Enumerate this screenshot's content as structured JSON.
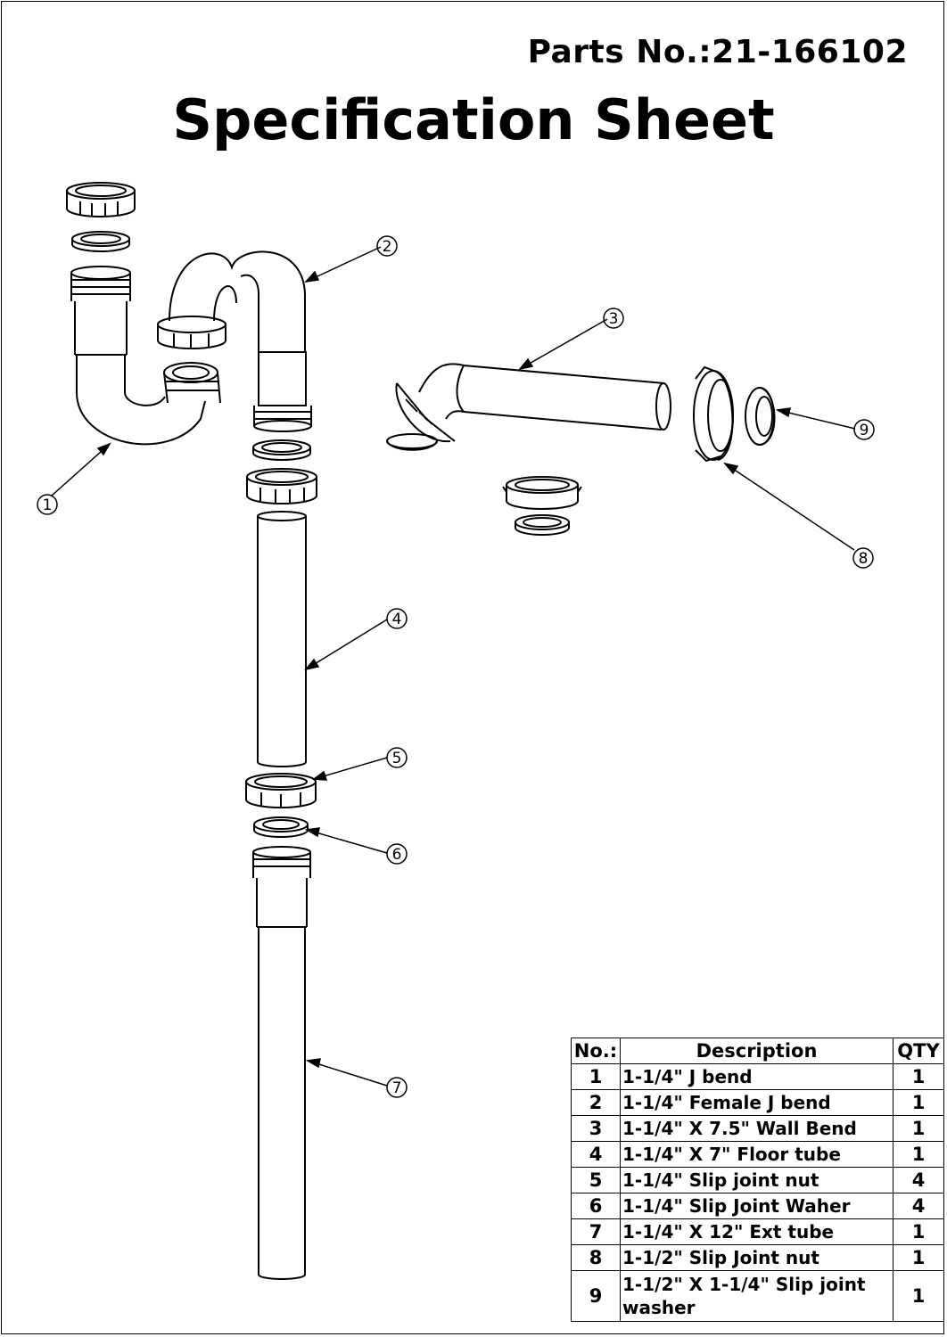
{
  "header": {
    "parts_no": "Parts No.:21-166102",
    "title": "Specification Sheet"
  },
  "callouts": [
    "1",
    "2",
    "3",
    "4",
    "5",
    "6",
    "7",
    "8",
    "9"
  ],
  "table": {
    "headers": {
      "no": "No.:",
      "description": "Description",
      "qty": "QTY"
    },
    "rows": [
      {
        "no": "1",
        "description": "1-1/4\" J bend",
        "qty": "1"
      },
      {
        "no": "2",
        "description": "1-1/4\" Female J bend",
        "qty": "1"
      },
      {
        "no": "3",
        "description": "1-1/4\" X 7.5\" Wall Bend",
        "qty": "1"
      },
      {
        "no": "4",
        "description": "1-1/4\" X 7\" Floor tube",
        "qty": "1"
      },
      {
        "no": "5",
        "description": "1-1/4\" Slip joint nut",
        "qty": "4"
      },
      {
        "no": "6",
        "description": "1-1/4\" Slip Joint Waher",
        "qty": "4"
      },
      {
        "no": "7",
        "description": "1-1/4\" X 12\" Ext tube",
        "qty": "1"
      },
      {
        "no": "8",
        "description": "1-1/2\" Slip Joint nut",
        "qty": "1"
      },
      {
        "no": "9",
        "description": "1-1/2\" X 1-1/4\" Slip joint washer",
        "qty": "1"
      }
    ]
  }
}
